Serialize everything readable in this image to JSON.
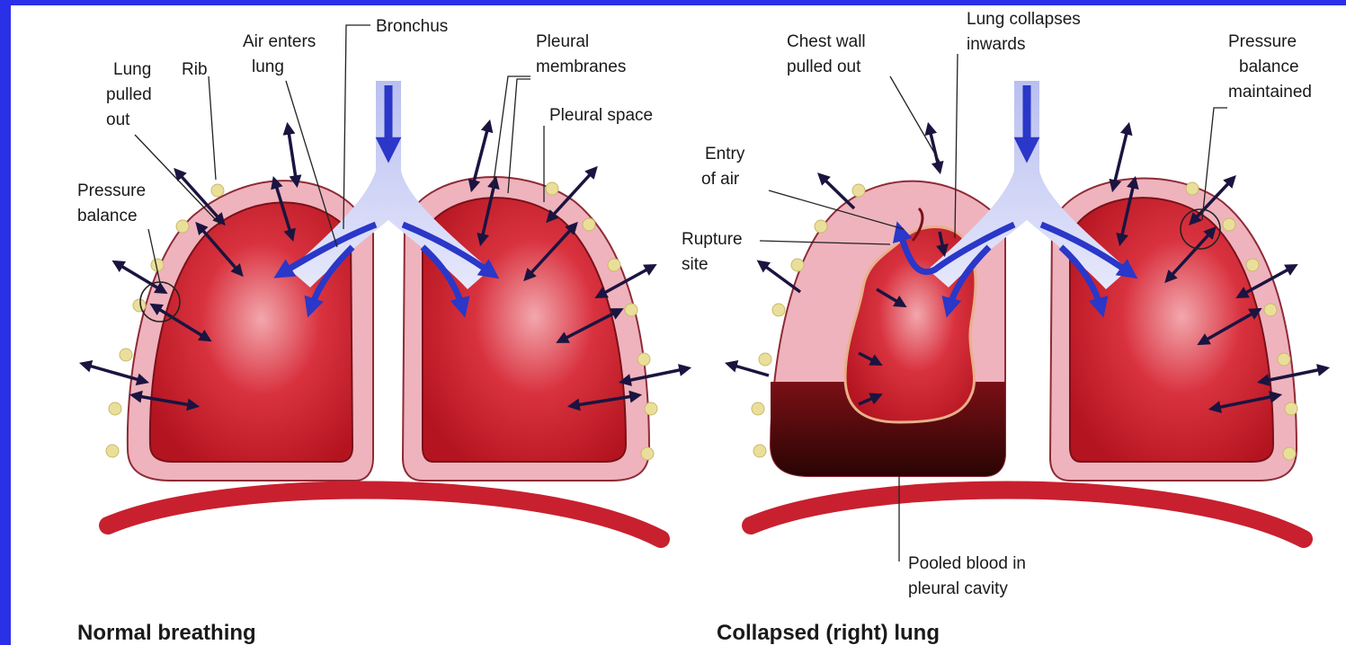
{
  "diagram": {
    "left": {
      "caption": "Normal breathing",
      "labels": {
        "lung_pulled_out": [
          "Lung",
          "pulled",
          "out"
        ],
        "rib": "Rib",
        "air_enters": [
          "Air enters",
          "lung"
        ],
        "bronchus": "Bronchus",
        "pleural_membranes": [
          "Pleural",
          "membranes"
        ],
        "pleural_space": "Pleural space",
        "pressure_balance": [
          "Pressure",
          "balance"
        ]
      }
    },
    "right": {
      "caption": "Collapsed (right) lung",
      "labels": {
        "chest_wall": [
          "Chest wall",
          "pulled out"
        ],
        "lung_collapses": [
          "Lung collapses",
          "inwards"
        ],
        "pressure_maintained": [
          "Pressure",
          "balance",
          "maintained"
        ],
        "entry_of_air": [
          "Entry",
          "of air"
        ],
        "rupture_site": [
          "Rupture",
          "site"
        ],
        "pooled_blood": [
          "Pooled blood in",
          "pleural cavity"
        ]
      }
    },
    "colors": {
      "frame": "#2a2fe8",
      "lung": "#c8202f",
      "pleura": "#efb3bd",
      "airway": "#3a44c8",
      "arrow": "#1b1440",
      "blood": "#4a0a0a",
      "rib": "#eadf9a"
    }
  }
}
